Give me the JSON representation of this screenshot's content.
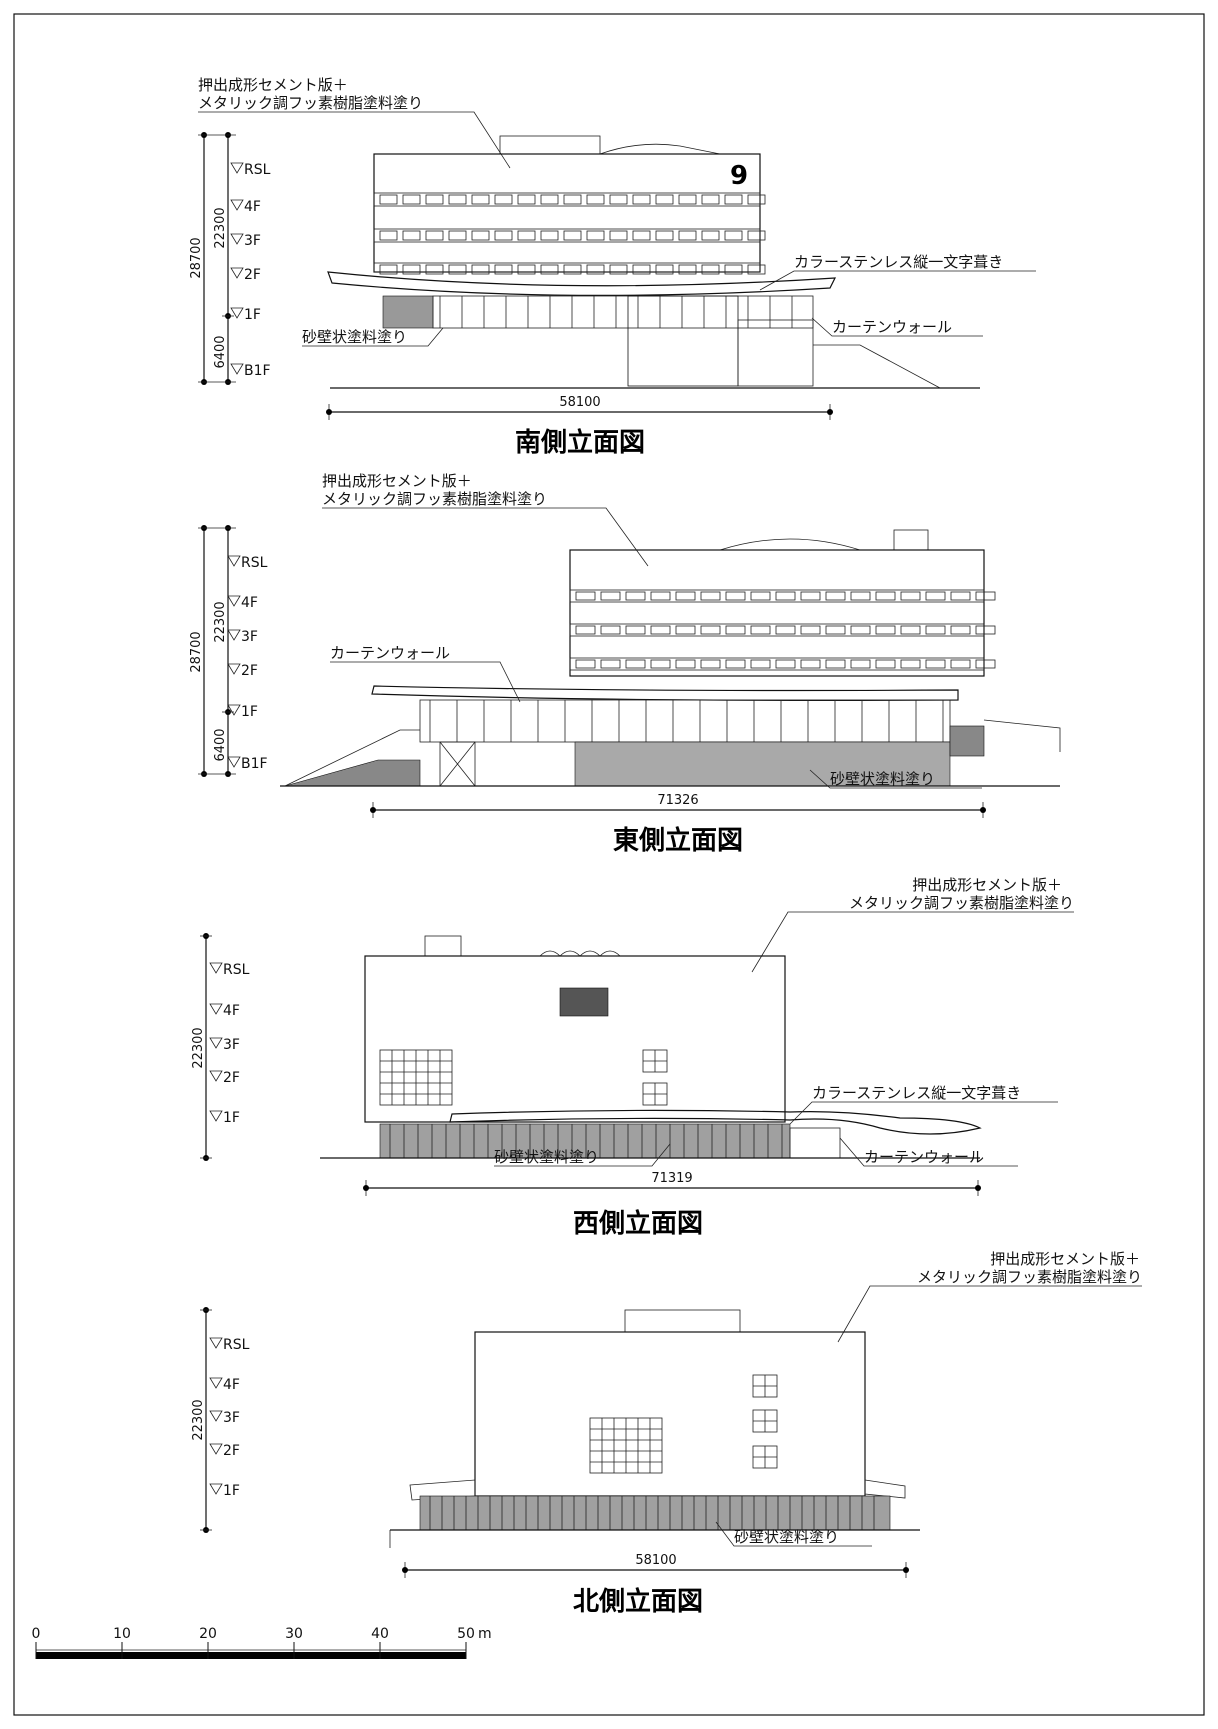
{
  "labels": {
    "cement": "押出成形セメント版＋",
    "fluoro": "メタリック調フッ素樹脂塗料塗り",
    "stainless": "カラーステンレス縦一文字葺き",
    "curtain": "カーテンウォール",
    "sand": "砂壁状塗料塗り"
  },
  "levels": {
    "rsl": "RSL",
    "f4": "4F",
    "f3": "3F",
    "f2": "2F",
    "f1": "1F",
    "b1": "B1F"
  },
  "dims": {
    "total_height": "28700",
    "upper_height": "22300",
    "lower_height": "6400",
    "south_width": "58100",
    "east_width": "71326",
    "west_width": "71319",
    "north_width": "58100"
  },
  "titles": {
    "south": "南側立面図",
    "east": "東側立面図",
    "west": "西側立面図",
    "north": "北側立面図"
  },
  "scale_bar": {
    "ticks": [
      "0",
      "10",
      "20",
      "30",
      "40",
      "50"
    ],
    "unit": "m"
  }
}
